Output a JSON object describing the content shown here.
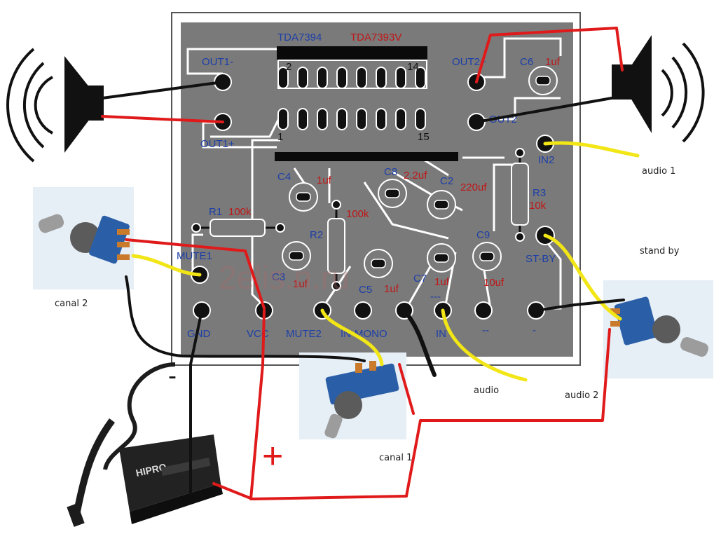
{
  "board": {
    "ic_labels": [
      "TDA7394",
      "TDA7393V"
    ],
    "pin_labels": [
      "2",
      "14",
      "1",
      "15"
    ],
    "pads": {
      "out1_minus": "OUT1-",
      "out1_plus": "OUT1+",
      "out2_plus": "OUT2+",
      "out2": "OUT2",
      "in2": "IN2",
      "mute1": "MUTE1",
      "st_by": "ST-BY",
      "gnd": "GND",
      "vcc": "VCC",
      "mute2": "MUTE2",
      "in_mono": "IN-MONO",
      "in": "IN",
      "minus_a": "--",
      "minus_b": "-"
    },
    "components": {
      "c6": {
        "name": "C6",
        "value": "1uf"
      },
      "c4": {
        "name": "C4",
        "value": "1uf"
      },
      "c8": {
        "name": "C8",
        "value": "2.2uf"
      },
      "c2": {
        "name": "C2",
        "value": "220uf"
      },
      "r1": {
        "name": "R1",
        "value": "100k"
      },
      "r2": {
        "name": "R2",
        "value": "100k"
      },
      "r3": {
        "name": "R3",
        "value": "10k"
      },
      "c9": {
        "name": "C9",
        "value": "10uf"
      },
      "c3": {
        "name": "C3",
        "value": "1uf"
      },
      "c5": {
        "name": "C5",
        "value": "1uf"
      },
      "c7": {
        "name": "C7",
        "value": "1uf"
      },
      "c7_mark": "---"
    },
    "watermark": "2elis.n.ru"
  },
  "annotations": {
    "audio1": "audio 1",
    "stand_by": "stand by",
    "canal2": "canal 2",
    "audio": "audio",
    "audio2": "audio 2",
    "canal1": "canal 1",
    "plus": "+",
    "minus": "-"
  },
  "adapter_brand": "HIPRO",
  "colors": {
    "board": "#7a7a7a",
    "trace": "#ffffff",
    "wire_red": "#e01a1a",
    "wire_black": "#111111",
    "wire_yellow": "#f2e616",
    "label_blue": "#1d3fa8",
    "label_red": "#c01616",
    "switch_blue": "#2a5fa8"
  }
}
